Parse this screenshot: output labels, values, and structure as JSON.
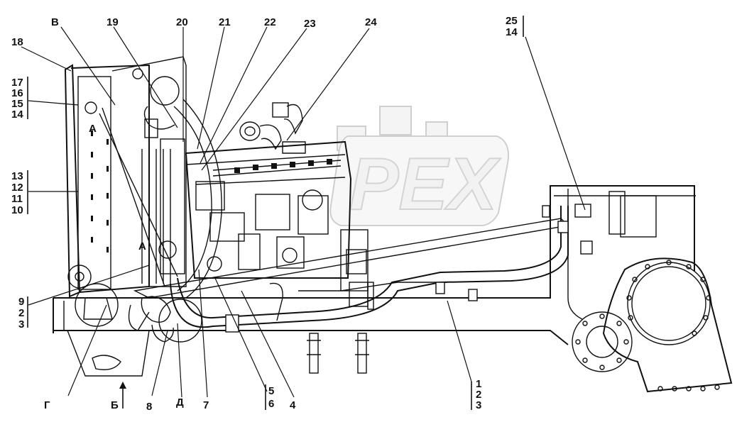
{
  "watermark": {
    "text": "PEX"
  },
  "callouts": {
    "v": "В",
    "n19": "19",
    "n20": "20",
    "n21": "21",
    "n22": "22",
    "n23": "23",
    "n24": "24",
    "n25": "25",
    "n14_right": "14",
    "n18": "18",
    "n17": "17",
    "n16": "16",
    "n15": "15",
    "n14_left": "14",
    "n13": "13",
    "n12": "12",
    "n11": "11",
    "n10": "10",
    "n9": "9",
    "n2_left": "2",
    "n3_left": "3",
    "a_upper": "А",
    "a_lower": "А",
    "g": "Г",
    "b": "Б",
    "n8": "8",
    "d": "Д",
    "n7": "7",
    "n5": "5",
    "n6": "6",
    "n4": "4",
    "n1": "1",
    "n2_right": "2",
    "n3_right": "3"
  },
  "icons": {
    "arrow": "up-arrow-icon"
  }
}
